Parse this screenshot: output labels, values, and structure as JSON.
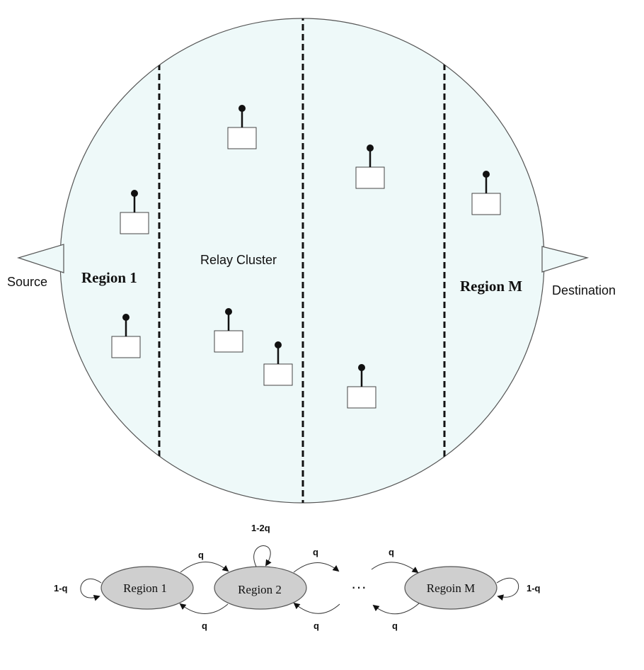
{
  "colors": {
    "region_fill": "#eef9f9",
    "outline": "#555555",
    "state_fill": "#cfcfcf",
    "ink": "#111111"
  },
  "labels": {
    "source": "Source",
    "destination": "Destination",
    "region_first": "Region 1",
    "region_last": "Region M",
    "relay_cluster": "Relay Cluster"
  },
  "chain": {
    "states": [
      "Region 1",
      "Region 2",
      "Regoin M"
    ],
    "ellipsis": "···",
    "q": "q",
    "self_loop_first": "1-q",
    "self_loop_middle": "1-2q",
    "self_loop_last": "1-q"
  }
}
